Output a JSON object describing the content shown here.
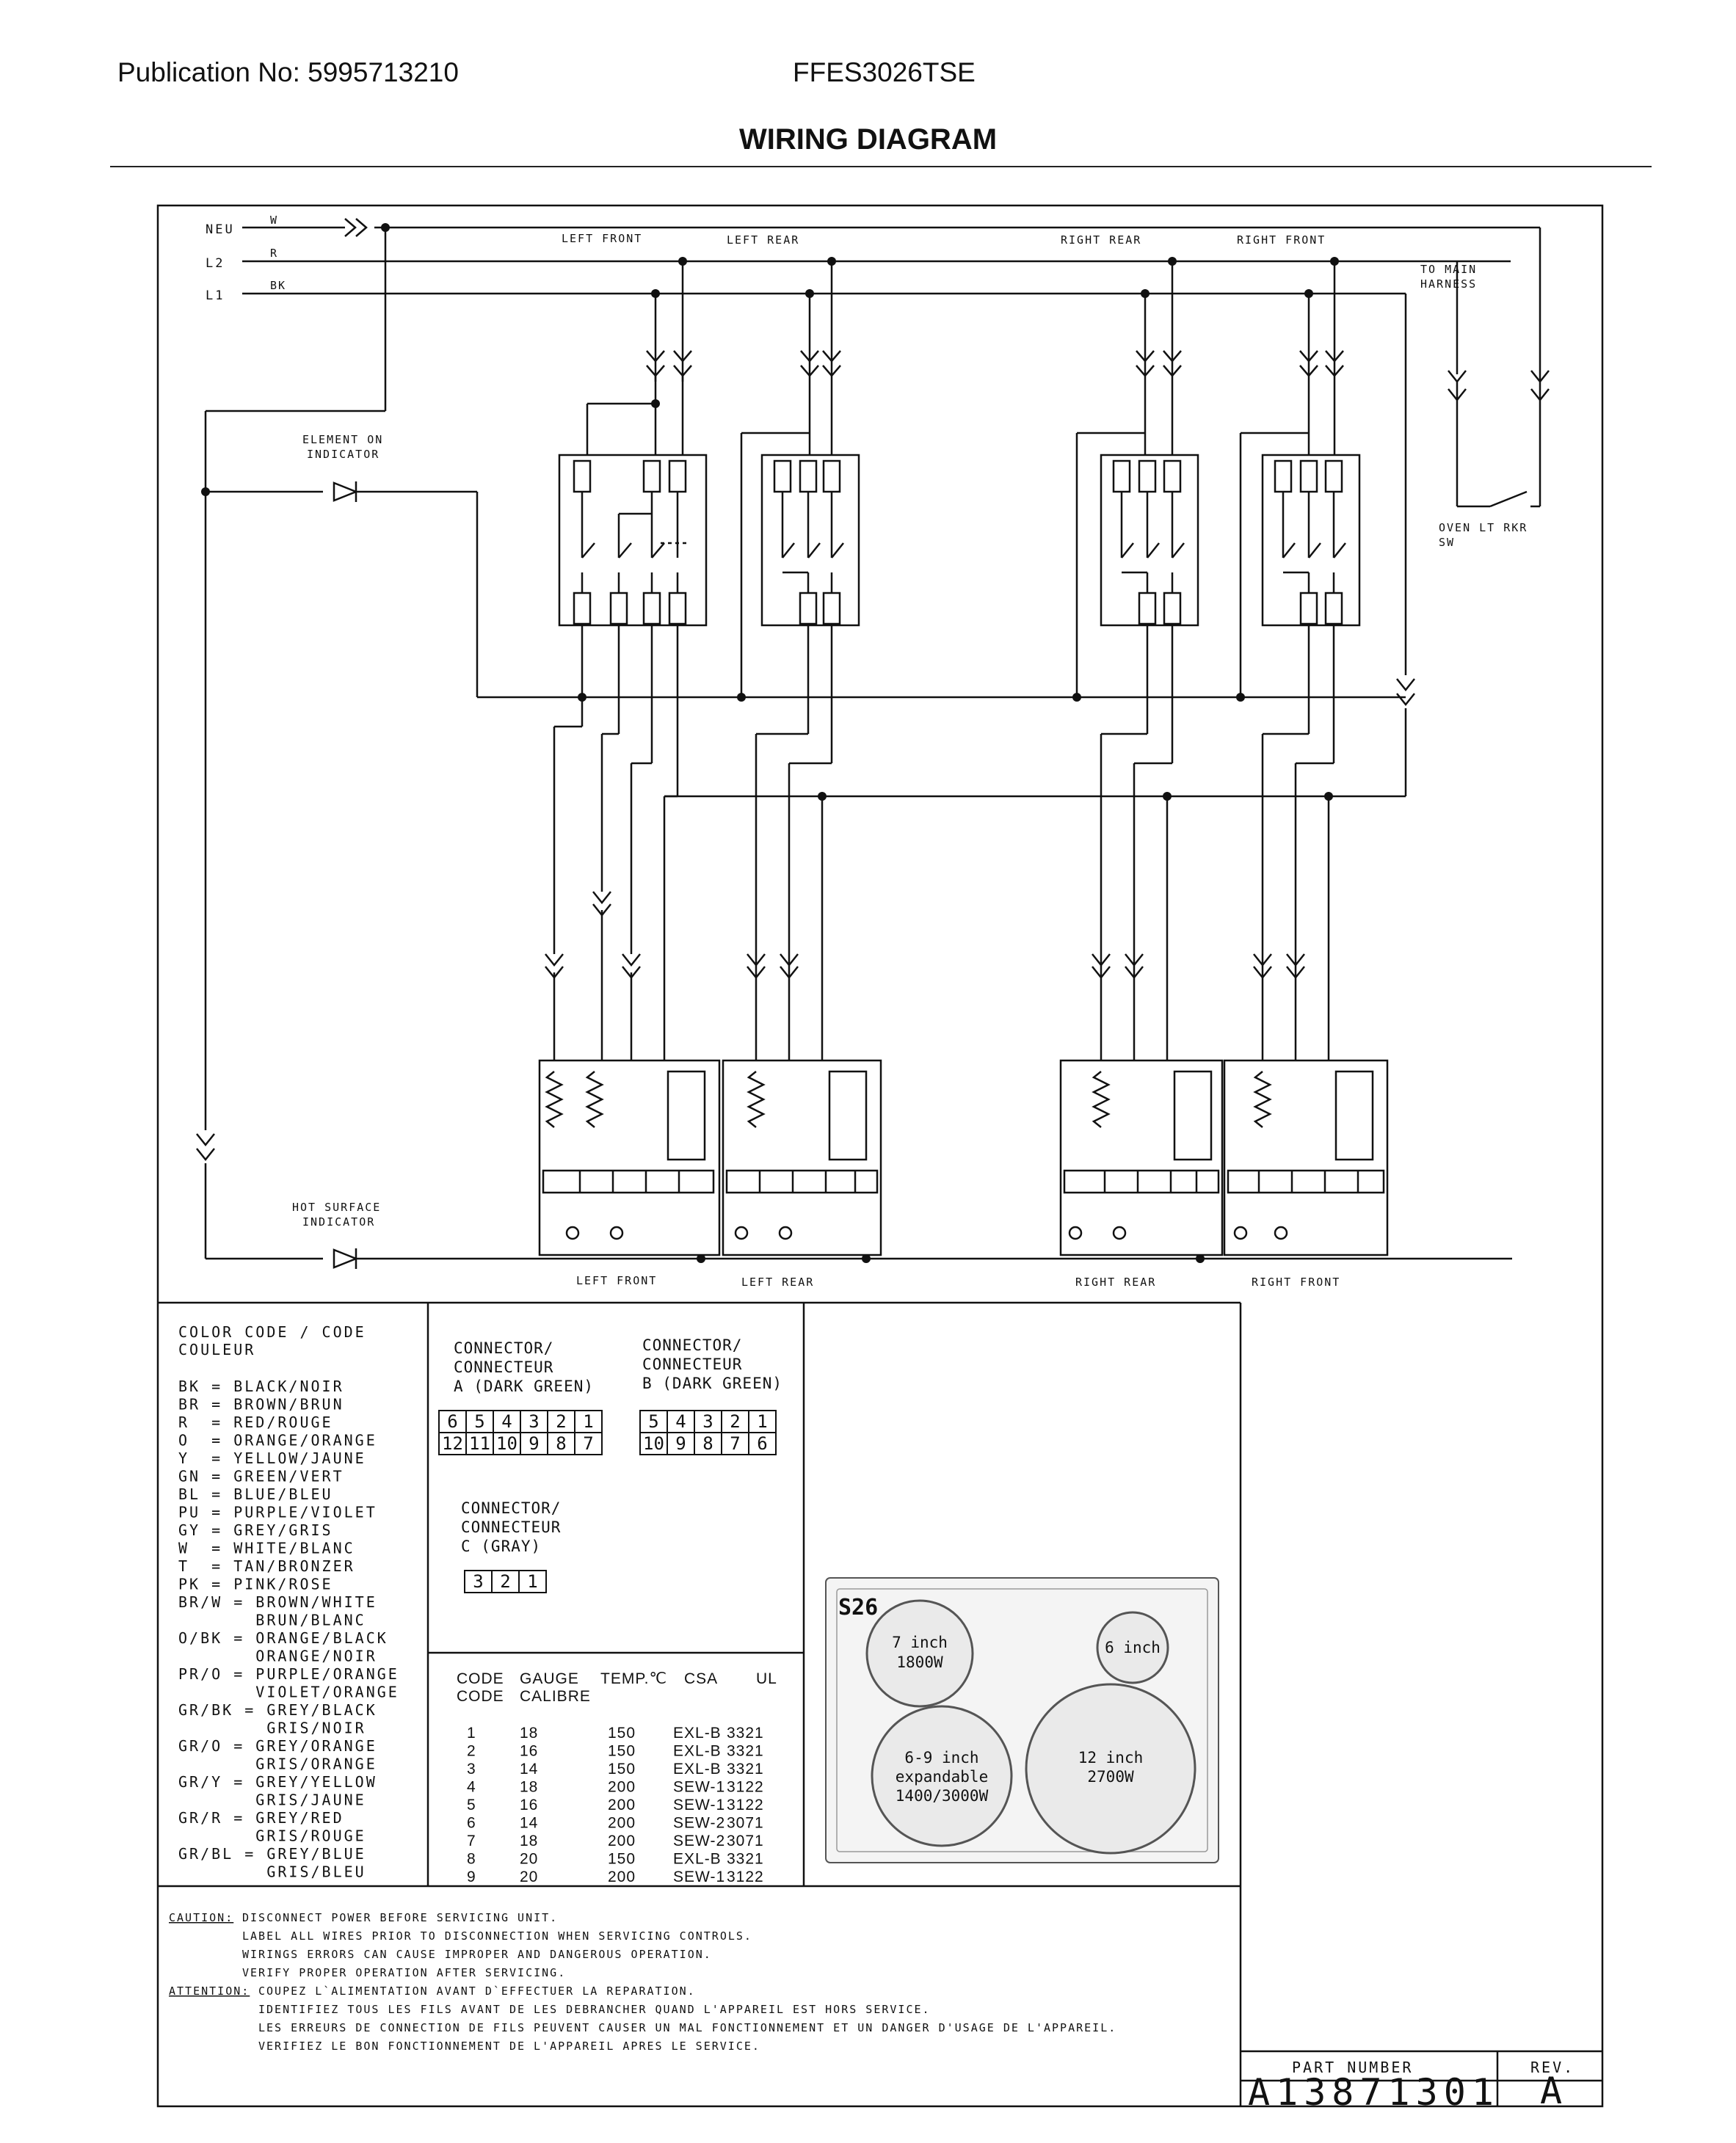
{
  "header": {
    "publication": "Publication No: 5995713210",
    "model": "FFES3026TSE",
    "title": "WIRING DIAGRAM"
  },
  "diagram": {
    "supply": [
      "NEU",
      "L2",
      "L1"
    ],
    "supply_wires": [
      "W",
      "R",
      "BK"
    ],
    "positions": [
      "LEFT FRONT",
      "LEFT REAR",
      "RIGHT REAR",
      "RIGHT FRONT"
    ],
    "main_harness": [
      "TO MAIN",
      "HARNESS"
    ],
    "oven_switch": [
      "OVEN LT RKR",
      "SW"
    ],
    "element_on_indicator": [
      "ELEMENT ON",
      "INDICATOR"
    ],
    "hot_surface_indicator": [
      "HOT SURFACE",
      "INDICATOR"
    ]
  },
  "color_code": {
    "title": [
      "COLOR CODE / CODE",
      "COULEUR"
    ],
    "entries": [
      "BK = BLACK/NOIR",
      "BR = BROWN/BRUN",
      "R  = RED/ROUGE",
      "O  = ORANGE/ORANGE",
      "Y  = YELLOW/JAUNE",
      "GN = GREEN/VERT",
      "BL = BLUE/BLEU",
      "PU = PURPLE/VIOLET",
      "GY = GREY/GRIS",
      "W  = WHITE/BLANC",
      "T  = TAN/BRONZER",
      "PK = PINK/ROSE",
      "BR/W = BROWN/WHITE",
      "       BRUN/BLANC",
      "O/BK = ORANGE/BLACK",
      "       ORANGE/NOIR",
      "PR/O = PURPLE/ORANGE",
      "       VIOLET/ORANGE",
      "GR/BK = GREY/BLACK",
      "        GRIS/NOIR",
      "GR/O = GREY/ORANGE",
      "       GRIS/ORANGE",
      "GR/Y = GREY/YELLOW",
      "       GRIS/JAUNE",
      "GR/R = GREY/RED",
      "       GRIS/ROUGE",
      "GR/BL = GREY/BLUE",
      "        GRIS/BLEU"
    ]
  },
  "connectors": {
    "a": {
      "label": [
        "CONNECTOR/",
        "CONNECTEUR",
        "A (DARK GREEN)"
      ],
      "top": [
        "6",
        "5",
        "4",
        "3",
        "2",
        "1"
      ],
      "bottom": [
        "12",
        "11",
        "10",
        "9",
        "8",
        "7"
      ]
    },
    "b": {
      "label": [
        "CONNECTOR/",
        "CONNECTEUR",
        "B (DARK GREEN)"
      ],
      "top": [
        "5",
        "4",
        "3",
        "2",
        "1"
      ],
      "bottom": [
        "10",
        "9",
        "8",
        "7",
        "6"
      ]
    },
    "c": {
      "label": [
        "CONNECTOR/",
        "CONNECTEUR",
        "C (GRAY)"
      ],
      "top": [
        "3",
        "2",
        "1"
      ]
    }
  },
  "gauge_table": {
    "headers": [
      "CODE",
      "GAUGE",
      "TEMP.℃",
      "CSA",
      "UL"
    ],
    "headers2": [
      "CODE",
      "CALIBRE"
    ],
    "rows": [
      [
        "1",
        "18",
        "150",
        "EXL-B",
        "3321"
      ],
      [
        "2",
        "16",
        "150",
        "EXL-B",
        "3321"
      ],
      [
        "3",
        "14",
        "150",
        "EXL-B",
        "3321"
      ],
      [
        "4",
        "18",
        "200",
        "SEW-1",
        "3122"
      ],
      [
        "5",
        "16",
        "200",
        "SEW-1",
        "3122"
      ],
      [
        "6",
        "14",
        "200",
        "SEW-2",
        "3071"
      ],
      [
        "7",
        "18",
        "200",
        "SEW-2",
        "3071"
      ],
      [
        "8",
        "20",
        "150",
        "EXL-B",
        "3321"
      ],
      [
        "9",
        "20",
        "200",
        "SEW-1",
        "3122"
      ]
    ]
  },
  "cooktop": {
    "model": "S26",
    "burners": [
      [
        "7 inch",
        "1800W"
      ],
      [
        "6 inch"
      ],
      [
        "6-9 inch",
        "expandable",
        "1400/3000W"
      ],
      [
        "12 inch",
        "2700W"
      ]
    ]
  },
  "caution": {
    "caution_label": "CAUTION:",
    "caution_lines": [
      "DISCONNECT POWER BEFORE SERVICING UNIT.",
      "LABEL ALL WIRES PRIOR TO DISCONNECTION WHEN SERVICING CONTROLS.",
      "WIRINGS ERRORS CAN CAUSE IMPROPER AND DANGEROUS OPERATION.",
      "VERIFY PROPER OPERATION AFTER SERVICING."
    ],
    "attention_label": "ATTENTION:",
    "attention_lines": [
      "COUPEZ L`ALIMENTATION AVANT D`EFFECTUER LA REPARATION.",
      "IDENTIFIEZ TOUS LES FILS AVANT DE LES DEBRANCHER QUAND L'APPAREIL EST HORS SERVICE.",
      "LES ERREURS DE CONNECTION DE FILS PEUVENT CAUSER UN MAL FONCTIONNEMENT ET UN DANGER D'USAGE DE L'APPAREIL.",
      "VERIFIEZ LE BON FONCTIONNEMENT DE L'APPAREIL APRES LE SERVICE."
    ]
  },
  "title_block": {
    "part_label": "PART NUMBER",
    "rev_label": "REV.",
    "part_number": "A13871301",
    "rev": "A"
  }
}
